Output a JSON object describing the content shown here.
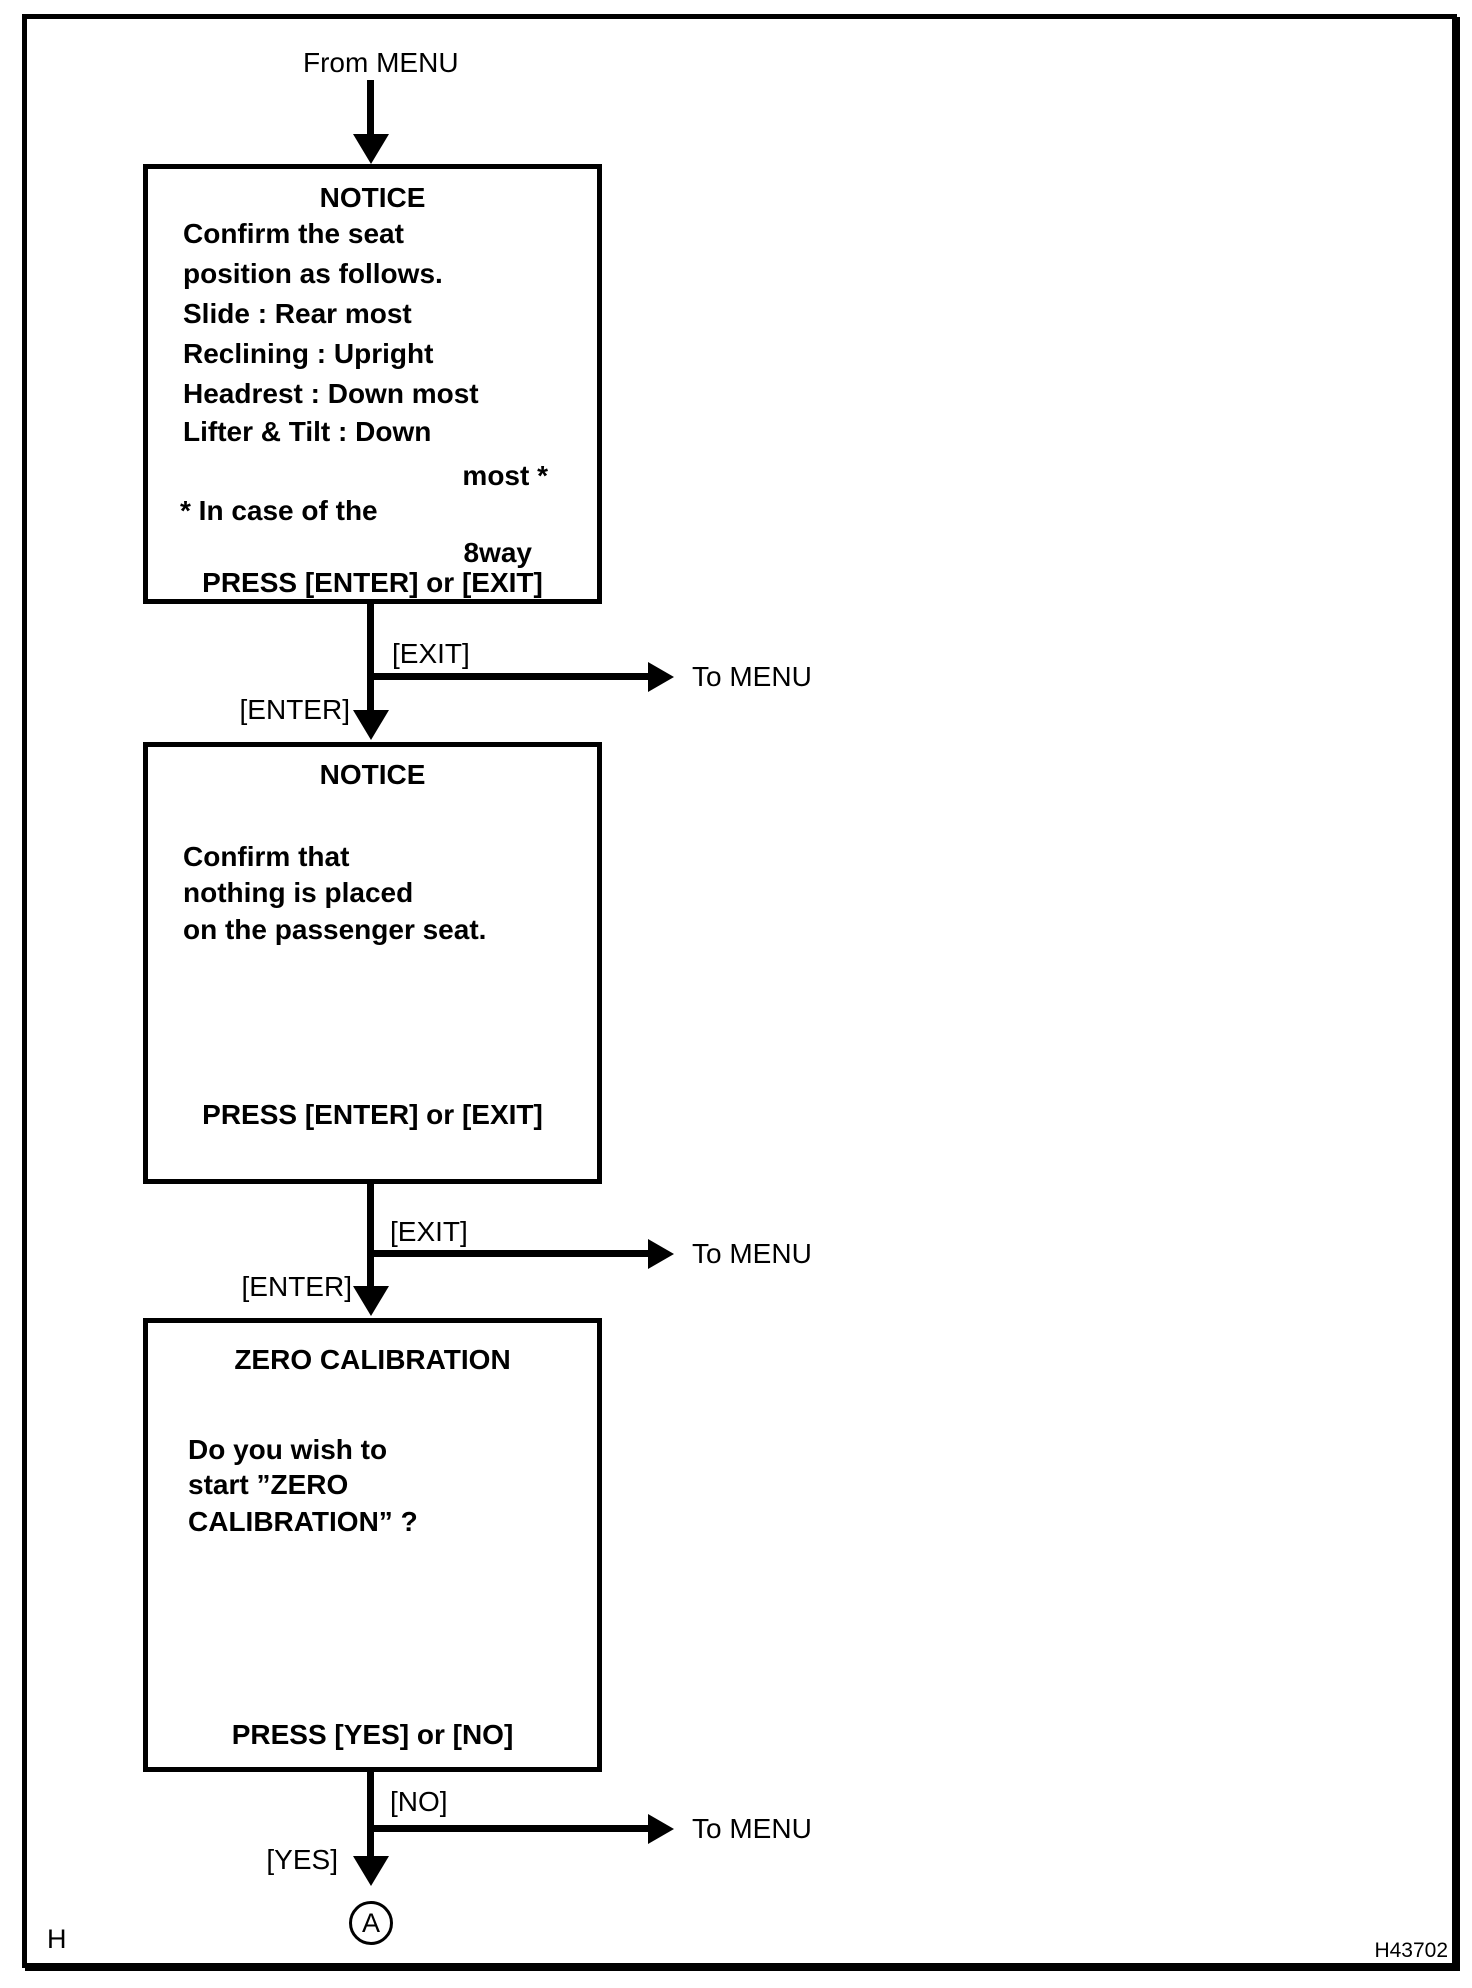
{
  "flow": {
    "start_label": "From MENU",
    "box1": {
      "title": "NOTICE",
      "lines": [
        "Confirm the seat",
        "position as follows.",
        "Slide : Rear most",
        "Reclining : Upright",
        "Headrest : Down most",
        "Lifter & Tilt : Down"
      ],
      "right_note1": "most *",
      "footnote": "* In case of the",
      "right_note2": "8way",
      "press": "PRESS [ENTER] or [EXIT]"
    },
    "branch1": {
      "exit_label": "[EXIT]",
      "enter_label": "[ENTER]",
      "to_menu": "To MENU"
    },
    "box2": {
      "title": "NOTICE",
      "lines": [
        "Confirm that",
        "nothing is placed",
        "on the passenger seat."
      ],
      "press": "PRESS [ENTER] or [EXIT]"
    },
    "branch2": {
      "exit_label": "[EXIT]",
      "enter_label": "[ENTER]",
      "to_menu": "To MENU"
    },
    "box3": {
      "title": "ZERO CALIBRATION",
      "lines": [
        "Do you wish to",
        "start ”ZERO",
        "CALIBRATION” ?"
      ],
      "press": "PRESS [YES] or [NO]"
    },
    "branch3": {
      "no_label": "[NO]",
      "yes_label": "[YES]",
      "to_menu": "To MENU"
    },
    "connector_label": "A"
  },
  "footer": {
    "page_letter": "H",
    "figure_id": "H43702"
  },
  "colors": {
    "ink": "#000000",
    "paper": "#ffffff"
  }
}
